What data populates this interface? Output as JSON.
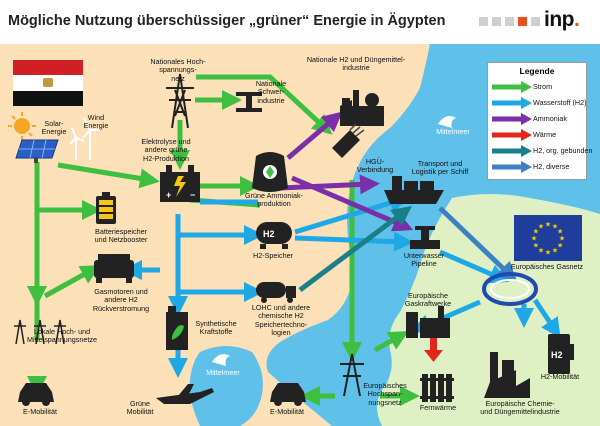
{
  "header": {
    "title": "Mögliche Nutzung überschüssiger „grüner“ Energie in Ägypten",
    "logo_text": "inp",
    "logo_dot": ".",
    "squares": [
      "#cfcfcf",
      "#cfcfcf",
      "#cfcfcf",
      "#e8501c",
      "#cfcfcf"
    ]
  },
  "colors": {
    "strom": "#3fbf3f",
    "wasserstoff": "#1ea8e6",
    "ammoniak": "#7a2ea8",
    "waerme": "#e3261b",
    "h2_gebunden": "#1a7f88",
    "h2_divers": "#3d80c4",
    "land": "#fbe0b8",
    "sea": "#5fc0ea",
    "eu_land": "#dff0c4"
  },
  "legend": {
    "title": "Legende",
    "items": [
      {
        "label": "Strom",
        "color": "#3fbf3f"
      },
      {
        "label": "Wasserstoff (H2)",
        "color": "#1ea8e6"
      },
      {
        "label": "Ammoniak",
        "color": "#7a2ea8"
      },
      {
        "label": "Wärme",
        "color": "#e3261b"
      },
      {
        "label": "H2, org. gebunden",
        "color": "#1a7f88"
      },
      {
        "label": "H2, diverse",
        "color": "#3d80c4"
      }
    ]
  },
  "labels": {
    "solar": "Solar-\nEnergie",
    "wind": "Wind\nEnergie",
    "hochspannungsnetz": "Nationales Hoch-\nspannungs-\nnetz",
    "schwerindustrie": "Nationale\nSchwer-\nindustrie",
    "h2_duenger": "Nationale H2 und Düngemittel-\nindustrie",
    "elektrolyse": "Elektrolyse und\nandere grüne\nH2-Produktion",
    "ammoniak": "Grüne Ammoniak-\nproduktion",
    "hgue": "HGÜ-\nVerbindung",
    "transport": "Transport und\nLogistik per Schiff",
    "batterie": "Batteriespeicher\nund Netzbooster",
    "h2_speicher": "H2-Speicher",
    "pipeline": "Unterwasser\nPipeline",
    "gasmotoren": "Gasmotoren und\nandere H2\nRückverstromung",
    "lohc": "LOHC und andere\nchemische H2\nSpeichertechno-\nlogien",
    "eu_gasnetz": "Europäisches Gasnetz",
    "lokal_netze": "Lokale Hoch- und\nMittelspannungsnetze",
    "kraftstoffe": "Synthetische\nKraftstoffe",
    "gaskraftwerke": "Europäische\nGaskraftwerke",
    "emob_left": "E-Mobilität",
    "gruene_mob": "Grüne\nMobilität",
    "emob_eu": "E-Mobilität",
    "eu_hochspannung": "Europäisches\nHochspan-\nnungsnetz",
    "fernwaerme": "Fernwärme",
    "eu_chemie": "Europäische Chemie-\nund Düngemittelindustrie",
    "h2_mob": "H2-Mobilität",
    "mittelmeer_top": "Mittelmeer",
    "mittelmeer_bottom": "Mittelmeer",
    "h2_badge": "H2",
    "h2_station": "H2",
    "plus": "+",
    "minus": "−"
  }
}
